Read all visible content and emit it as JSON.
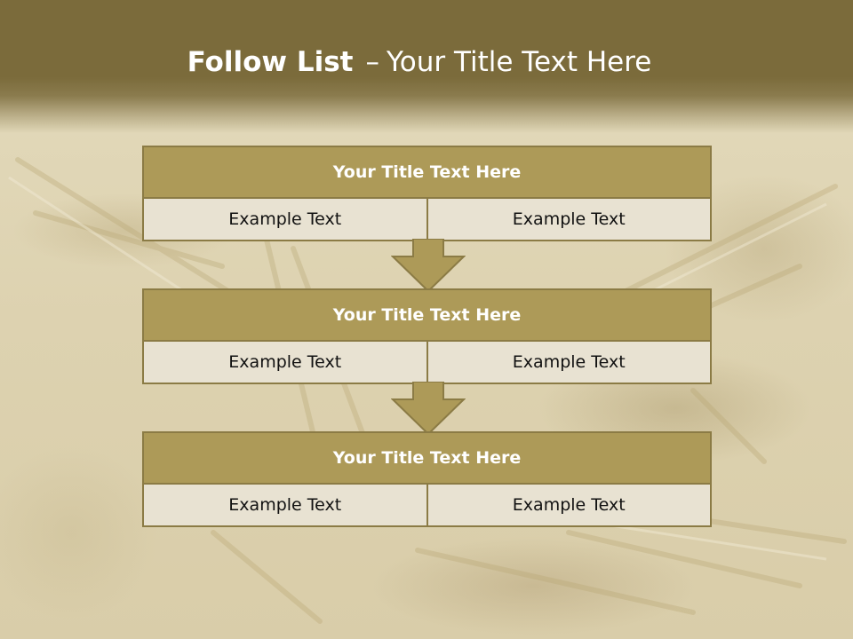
{
  "slide": {
    "title_bold": "Follow List",
    "title_dash": "–",
    "title_rest": "Your Title Text Here"
  },
  "colors": {
    "header_band": "#7b6b3b",
    "box_title_fill": "#ad9a58",
    "box_border": "#8b7b45",
    "cell_fill": "#e8e2d2",
    "arrow_fill": "#ad9a58"
  },
  "boxes": [
    {
      "title": "Your Title Text Here",
      "left": "Example Text",
      "right": "Example Text"
    },
    {
      "title": "Your Title Text Here",
      "left": "Example Text",
      "right": "Example Text"
    },
    {
      "title": "Your Title Text Here",
      "left": "Example Text",
      "right": "Example Text"
    }
  ],
  "arrows": [
    {
      "icon": "down-arrow-icon"
    },
    {
      "icon": "down-arrow-icon"
    }
  ]
}
